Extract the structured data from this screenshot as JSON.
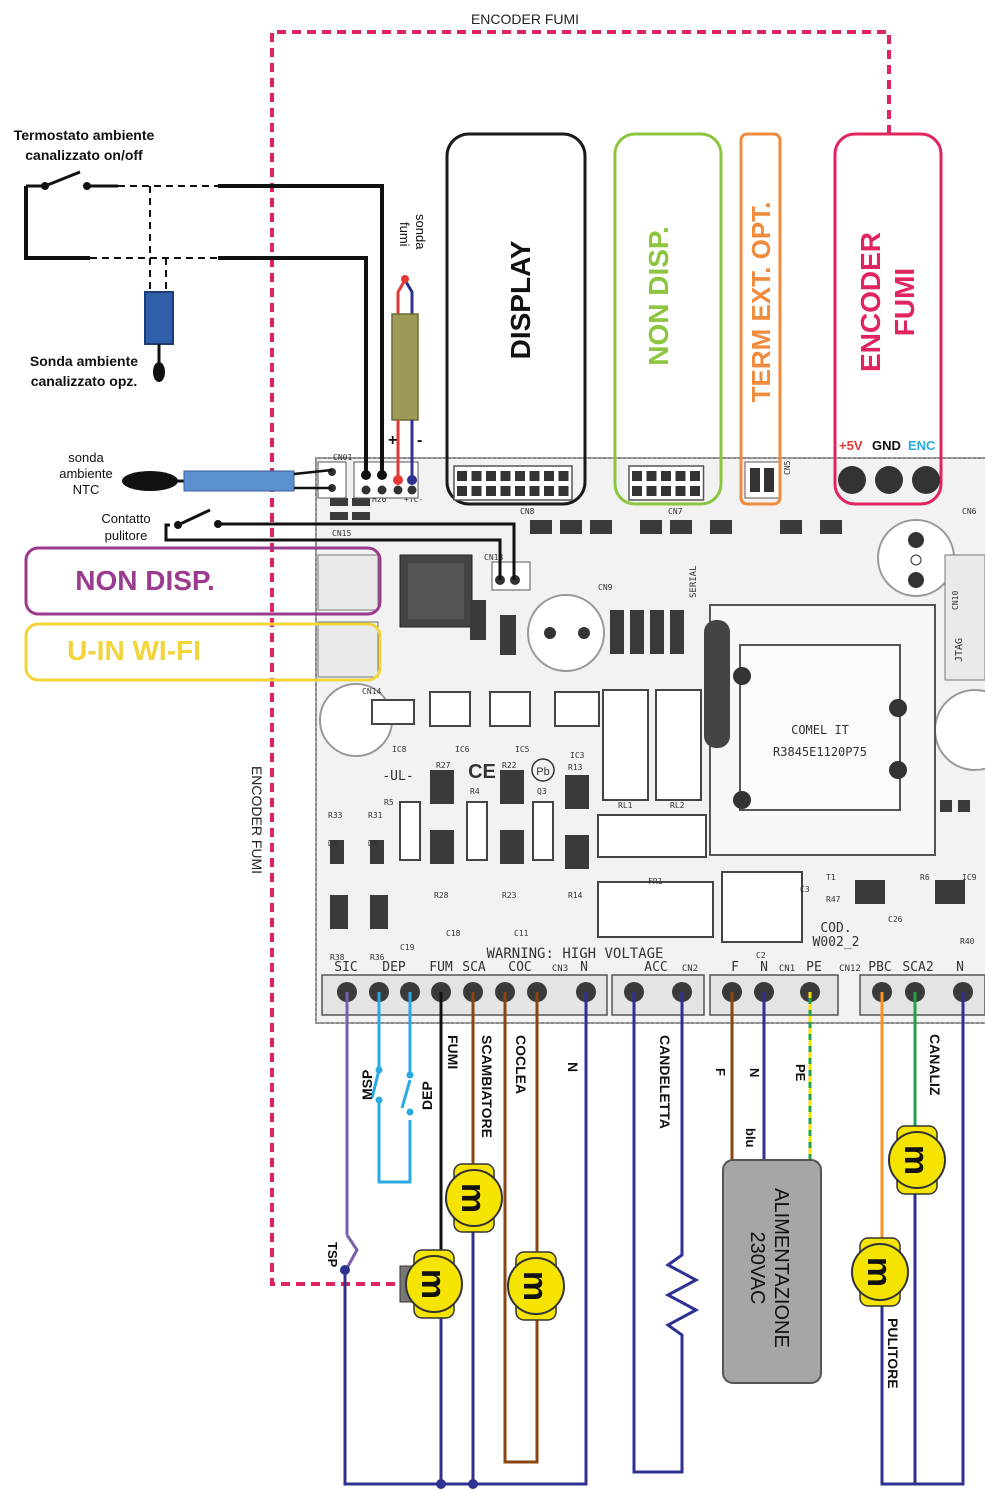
{
  "title": "ENCODER FUMI",
  "encoder_vertical_label": "ENCODER FUMI",
  "left_labels": {
    "termostato": [
      "Termostato ambiente",
      "canalizzato on/off"
    ],
    "sonda_ambiente_opz": [
      "Sonda ambiente",
      "canalizzato opz."
    ],
    "sonda_ntc": [
      "sonda",
      "ambiente",
      "NTC"
    ],
    "contatto": [
      "Contatto",
      "pulitore"
    ],
    "sonda_fumi": [
      "sonda",
      "fumi"
    ]
  },
  "side_boxes": {
    "non_disp": {
      "label": "NON DISP.",
      "color": "#9b3b8e"
    },
    "wifi": {
      "label": "U-IN WI-FI",
      "color": "#f2d43b"
    }
  },
  "top_modules": {
    "display": {
      "label": "DISPLAY",
      "color": "#1a1a1a"
    },
    "non_disp": {
      "label": "NON DISP.",
      "color": "#8cc63f"
    },
    "term_ext": {
      "label": "TERM EXT. OPT.",
      "color": "#f08a3c"
    },
    "encoder": {
      "label": [
        "ENCODER",
        "FUMI"
      ],
      "color": "#e0245e"
    },
    "enc_pins": [
      "+5V",
      "GND",
      "ENC"
    ]
  },
  "board": {
    "chip_line1": "COMEL IT",
    "chip_line2": "R3845E1120P75",
    "warning": "WARNING: HIGH VOLTAGE",
    "code": [
      "COD.",
      "W002_2"
    ],
    "ul_mark": "-UL-",
    "ce_mark": "CE",
    "pb_mark": "Pb",
    "serial": "SERIAL",
    "jtag": "JTAG",
    "headers": [
      "CN01",
      "H20",
      "+TC-",
      "CN8",
      "CN7",
      "CN5",
      "CN6",
      "CN13",
      "CN14",
      "CN15",
      "CN9",
      "CN10"
    ],
    "components": [
      "R27",
      "R22",
      "R13",
      "IC6",
      "IC5",
      "IC3",
      "IC8",
      "R4",
      "Q3",
      "R33",
      "R31",
      "R5",
      "D9",
      "D8",
      "R28",
      "R23",
      "R14",
      "C18",
      "C11",
      "R38",
      "R36",
      "C19",
      "RL1",
      "RL2",
      "FR1",
      "T1",
      "R47",
      "C3",
      "C26",
      "R6",
      "IC9",
      "R40",
      "C2"
    ],
    "terminal_labels": [
      "SIC",
      "DEP",
      "FUM",
      "SCA",
      "COC",
      "CN3",
      "N",
      "ACC",
      "CN2",
      "F",
      "N",
      "CN1",
      "PE",
      "CN12",
      "PBC",
      "SCA2",
      "N"
    ]
  },
  "wire_labels": {
    "fumi": "FUMI",
    "scambiatore": "SCAMBIATORE",
    "coclea": "COCLEA",
    "n1": "N",
    "candeletta": "CANDELETTA",
    "f": "F",
    "n2": "N",
    "pe": "PE",
    "blu": "blu",
    "canaliz": "CANALIZ",
    "msp": "MSP",
    "dep": "DEP",
    "tsp": "TSP",
    "pulitore": "PULITORE",
    "plus": "+",
    "minus": "-"
  },
  "psu": [
    "ALIMENTAZIONE",
    "230VAC"
  ],
  "motor_symbol": "m",
  "colors": {
    "encoder_dash": "#e0245e",
    "neutral": "#2e3192",
    "brown": "#8b4513",
    "cyan": "#29abe2",
    "orange": "#f7931e",
    "green": "#22a04b",
    "motor": "#f5e400",
    "psu": "#a6a6a6"
  }
}
